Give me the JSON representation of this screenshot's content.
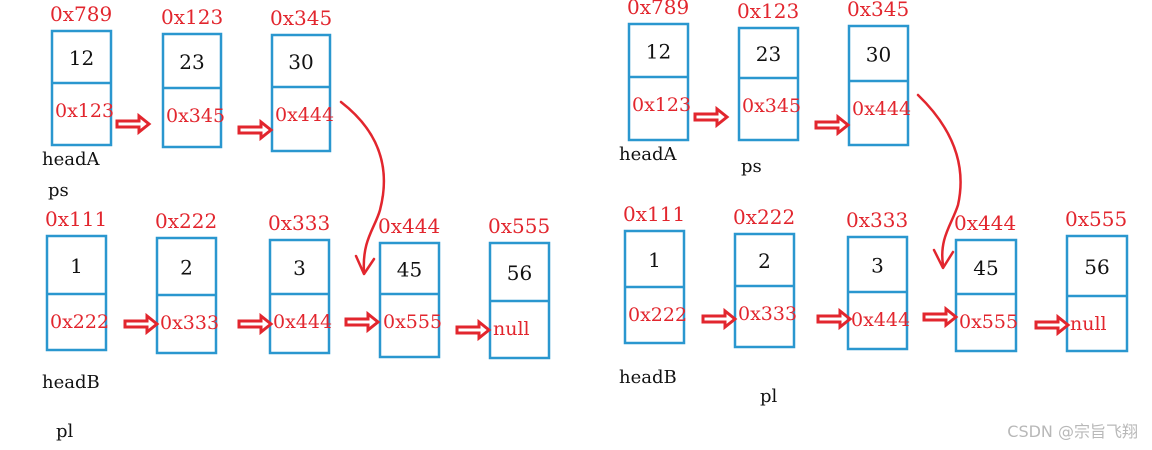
{
  "colors": {
    "node_border": "#2a97cf",
    "address": "#e2262e",
    "label": "#111111",
    "watermark": "#b8b8b8"
  },
  "panels": [
    {
      "id": "left",
      "listA": [
        {
          "addr": "0x789",
          "value": "12",
          "next": "0x123"
        },
        {
          "addr": "0x123",
          "value": "23",
          "next": "0x345"
        },
        {
          "addr": "0x345",
          "value": "30",
          "next": "0x444"
        }
      ],
      "listB": [
        {
          "addr": "0x111",
          "value": "1",
          "next": "0x222"
        },
        {
          "addr": "0x222",
          "value": "2",
          "next": "0x333"
        },
        {
          "addr": "0x333",
          "value": "3",
          "next": "0x444"
        },
        {
          "addr": "0x444",
          "value": "45",
          "next": "0x555"
        },
        {
          "addr": "0x555",
          "value": "56",
          "next": "null"
        }
      ],
      "labels": {
        "headA": "headA",
        "ps": "ps",
        "headB": "headB",
        "pl": "pl"
      }
    },
    {
      "id": "right",
      "listA": [
        {
          "addr": "0x789",
          "value": "12",
          "next": "0x123"
        },
        {
          "addr": "0x123",
          "value": "23",
          "next": "0x345"
        },
        {
          "addr": "0x345",
          "value": "30",
          "next": "0x444"
        }
      ],
      "listB": [
        {
          "addr": "0x111",
          "value": "1",
          "next": "0x222"
        },
        {
          "addr": "0x222",
          "value": "2",
          "next": "0x333"
        },
        {
          "addr": "0x333",
          "value": "3",
          "next": "0x444"
        },
        {
          "addr": "0x444",
          "value": "45",
          "next": "0x555"
        },
        {
          "addr": "0x555",
          "value": "56",
          "next": "null"
        }
      ],
      "labels": {
        "headA": "headA",
        "ps": "ps",
        "headB": "headB",
        "pl": "pl"
      }
    }
  ],
  "watermark": "CSDN @宗旨飞翔"
}
